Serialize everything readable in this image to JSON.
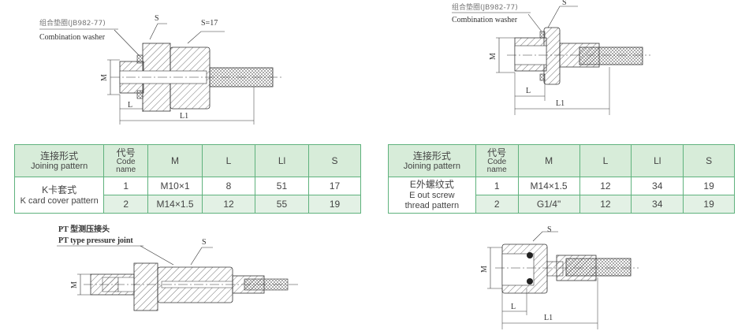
{
  "colors": {
    "table_border": "#5fb27d",
    "header_bg": "#d7ecd9",
    "alt_row_bg": "#e3f1e5",
    "line": "#333333"
  },
  "drawings": {
    "k_card": {
      "washer_label_cn": "组合垫圈(JB982-77)",
      "washer_label_en": "Combination washer",
      "s_label": "S",
      "s17_label": "S=17",
      "m_label": "M",
      "l_label": "L",
      "l1_label": "L1"
    },
    "e_screw": {
      "washer_label_cn": "组合垫圈(JB982-77)",
      "washer_label_en": "Combination washer",
      "s_label": "S",
      "m_label": "M",
      "l_label": "L",
      "l1_label": "L1"
    },
    "pt_joint": {
      "title_cn": "PT 型测压接头",
      "title_en": "PT type pressure joint",
      "s_label": "S",
      "m_label": "M"
    },
    "oring_fitting": {
      "s_label": "S",
      "m_label": "M",
      "l_label": "L",
      "l1_label": "L1"
    }
  },
  "tables": {
    "k_card": {
      "headers": {
        "pattern_cn": "连接形式",
        "pattern_en": "Joining pattern",
        "code_cn": "代号",
        "code_en_1": "Code",
        "code_en_2": "name",
        "m": "M",
        "l": "L",
        "l1": "Ll",
        "s": "S"
      },
      "pattern_cn": "K卡套式",
      "pattern_en": "K card cover pattern",
      "rows": [
        {
          "code": "1",
          "m": "M10×1",
          "l": "8",
          "l1": "51",
          "s": "17"
        },
        {
          "code": "2",
          "m": "M14×1.5",
          "l": "12",
          "l1": "55",
          "s": "19"
        }
      ]
    },
    "e_screw": {
      "headers": {
        "pattern_cn": "连接形式",
        "pattern_en": "Joining pattern",
        "code_cn": "代号",
        "code_en_1": "Code",
        "code_en_2": "name",
        "m": "M",
        "l": "L",
        "l1": "Ll",
        "s": "S"
      },
      "pattern_cn": "E外螺纹式",
      "pattern_en_1": "E out screw",
      "pattern_en_2": "thread pattern",
      "rows": [
        {
          "code": "1",
          "m": "M14×1.5",
          "l": "12",
          "l1": "34",
          "s": "19"
        },
        {
          "code": "2",
          "m": "G1/4\"",
          "l": "12",
          "l1": "34",
          "s": "19"
        }
      ]
    }
  }
}
